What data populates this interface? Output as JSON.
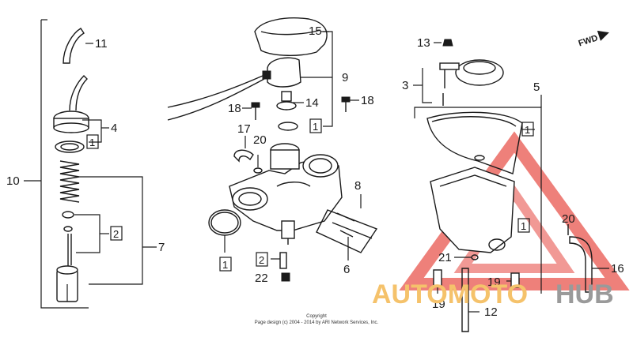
{
  "diagram": {
    "fwd_label": "FWD",
    "copyright_line1": "Copyright",
    "copyright_line2": "Page design (c) 2004 - 2014 by ARI Network Services, Inc.",
    "watermark_part1": "AUTOMOTO",
    "watermark_part2": "HUB",
    "colors": {
      "lines": "#1a1a1a",
      "watermark_red": "#e8554e",
      "watermark_orange": "#f5c26b",
      "watermark_gray": "#9a9a9a"
    },
    "labels": {
      "l10": "10",
      "l11": "11",
      "l4": "4",
      "l7": "7",
      "l15": "15",
      "l9": "9",
      "l14": "14",
      "l18a": "18",
      "l18b": "18",
      "l17": "17",
      "l20a": "20",
      "l8": "8",
      "l6": "6",
      "l22": "22",
      "l13": "13",
      "l3": "3",
      "l5": "5",
      "l20b": "20",
      "l16": "16",
      "l21": "21",
      "l19a": "19",
      "l19b": "19",
      "l12": "12"
    },
    "boxed": {
      "b1_needle": "1",
      "b2_spring": "2",
      "b1_oring": "1",
      "b1_gasket_left": "1",
      "b2_screw": "2",
      "b1_bowl": "1",
      "b1_float": "1"
    }
  }
}
